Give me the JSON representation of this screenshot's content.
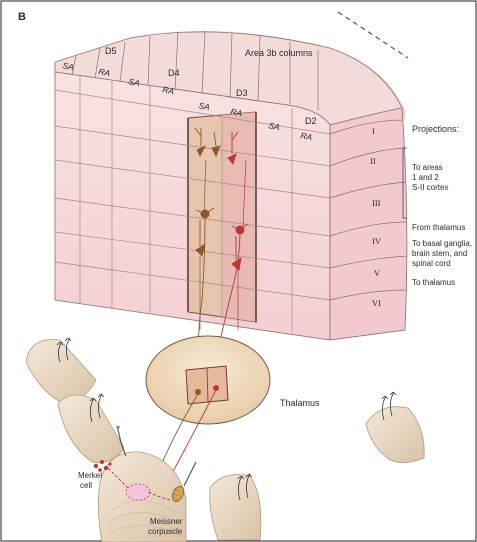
{
  "panel_label": "B",
  "title": "Area 3b columns",
  "digits": [
    "D5",
    "D4",
    "D3",
    "D2"
  ],
  "column_types": [
    "SA",
    "RA"
  ],
  "layers": [
    "I",
    "II",
    "III",
    "IV",
    "V",
    "VI"
  ],
  "projections": {
    "heading": "Projections:",
    "to_areas": [
      "To areas",
      "1 and 2",
      "S-II cortex"
    ],
    "from_thalamus": "From thalamus",
    "to_basal": [
      "To basal ganglia,",
      "brain stem, and",
      "spinal cord"
    ],
    "to_thalamus": "To thalamus"
  },
  "thalamus": "Thalamus",
  "merkel": [
    "Merkel",
    "cell"
  ],
  "meissner": [
    "Meissner",
    "corpuscle"
  ],
  "colors": {
    "cortex_top": "#f3dcd7",
    "cortex_side": "#f7d2d3",
    "column_highlight": "#e9c9b5",
    "neuron_red": "#b8383d",
    "neuron_brown": "#8a5a2b",
    "thalamus_fill": "#f0d9bd",
    "skin": "#ecdcc8"
  }
}
